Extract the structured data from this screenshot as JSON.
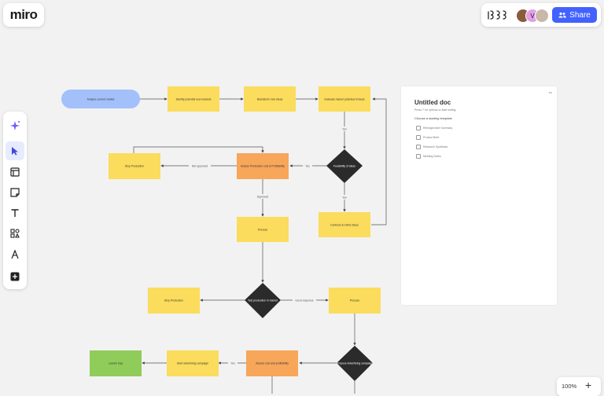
{
  "app": {
    "logo": "miro"
  },
  "header": {
    "share_label": "Share",
    "collaborator_initial": "V",
    "colors": {
      "share": "#4262ff",
      "avatar_v": "#e39ee5"
    }
  },
  "toolbar": {
    "items": [
      {
        "name": "ai-sparkle-icon"
      },
      {
        "name": "cursor-select-icon",
        "active": true
      },
      {
        "name": "frame-icon"
      },
      {
        "name": "sticky-note-icon"
      },
      {
        "name": "text-icon"
      },
      {
        "name": "shapes-icon"
      },
      {
        "name": "pen-icon"
      },
      {
        "name": "add-more-icon"
      }
    ]
  },
  "doc_panel": {
    "title": "Untitled doc",
    "hint": "Press '/' for options or start writing",
    "choose_label": "Choose a starting template",
    "templates": [
      "Retrospective Summary",
      "Product Brief",
      "Research Synthesis",
      "Meeting Notes"
    ],
    "menu": "•••"
  },
  "zoom": {
    "value": "100%",
    "plus": "+"
  },
  "flowchart": {
    "nodes": {
      "analyze": "Analyze current market",
      "identify": "Identify potential new markets",
      "brainstorm": "Brainstorm new ideas",
      "evaluate": "Evaluate market potential of ideas",
      "feasibility": "Feasibility of ideas",
      "assess": "Assess Production cost & Profitability",
      "stop1": "Stop Production",
      "continue": "Continue to refine ideas",
      "process1": "Process",
      "test": "Test production in market",
      "stop2": "Stop Production",
      "process2": "Process",
      "propose": "Propose Advertising campaign",
      "assess2": "Assess cost and profitability",
      "start_ad": "Start advertising campaign",
      "launch": "Launch Day"
    },
    "edges": {
      "yes1": "Yes",
      "yes2": "Yes",
      "yes3": "Yes",
      "yes4": "Yes",
      "not_approved": "Not approved",
      "approved": "Approved",
      "good_response": "Good response"
    },
    "colors": {
      "yellow": "#fbdc5c",
      "orange": "#f7a65a",
      "blue": "#a3c0fb",
      "green": "#90cc5a",
      "diamond": "#2b2b2b"
    }
  }
}
